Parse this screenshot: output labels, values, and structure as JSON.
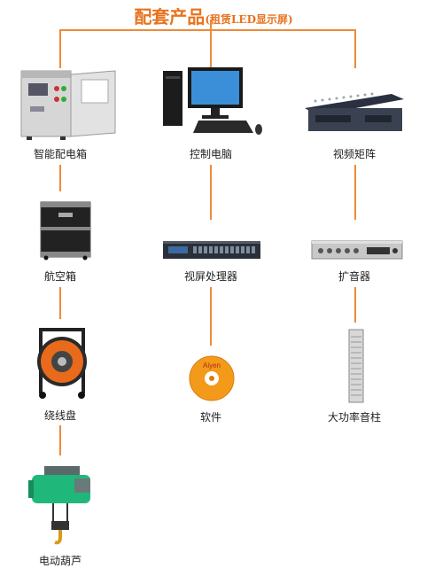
{
  "title": {
    "main": "配套产品",
    "sub": "(租赁LED显示屏)"
  },
  "products": {
    "col1": [
      "智能配电箱",
      "航空箱",
      "绕线盘",
      "电动葫芦"
    ],
    "col2": [
      "控制电脑",
      "视屏处理器",
      "软件"
    ],
    "col3": [
      "视频矩阵",
      "扩音器",
      "大功率音柱"
    ]
  },
  "software_disc_text": "Aiyen",
  "colors": {
    "connector": "#ee8a3a",
    "title": "#e8721e"
  }
}
